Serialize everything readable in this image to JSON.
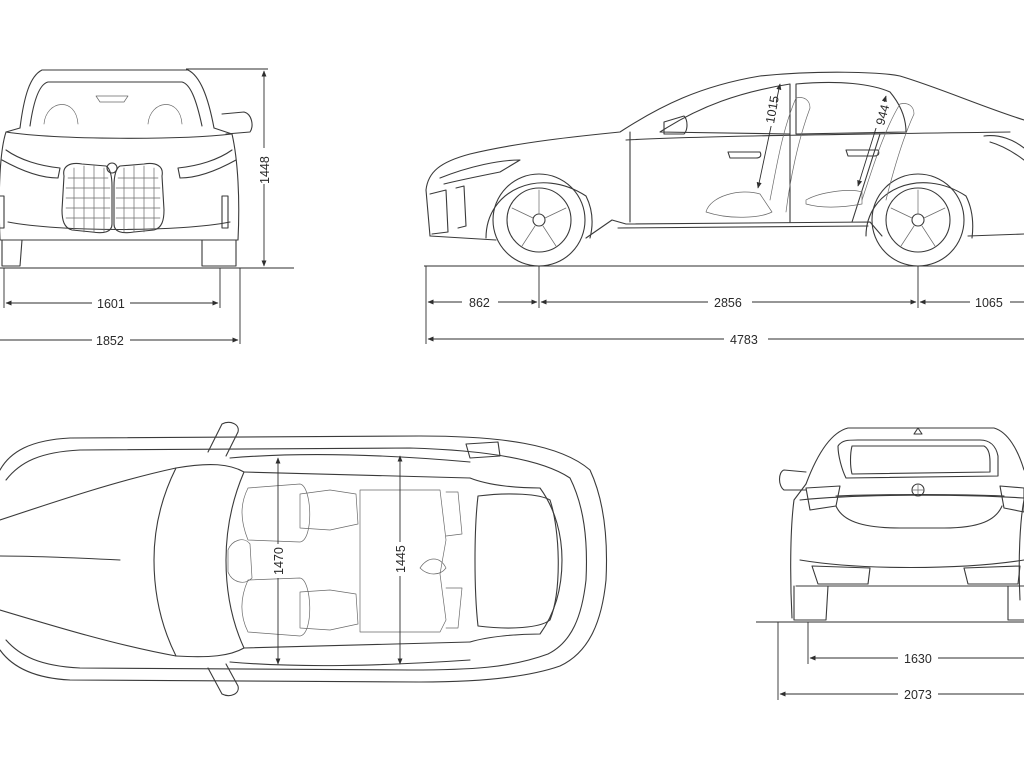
{
  "views": {
    "front": {
      "height_label": "1448",
      "track_label": "1601",
      "width_label": "1852"
    },
    "side": {
      "front_overhang_label": "862",
      "wheelbase_label": "2856",
      "rear_overhang_label": "1065",
      "length_label": "4783",
      "front_headroom_label": "1015",
      "rear_headroom_label": "944"
    },
    "top": {
      "front_shoulder_label": "1470",
      "rear_shoulder_label": "1445"
    },
    "rear": {
      "track_label": "1630",
      "width_mirrors_label": "2073"
    }
  },
  "colors": {
    "line": "#3a3a3a",
    "dimension": "#2e2e2e",
    "background": "#ffffff"
  }
}
